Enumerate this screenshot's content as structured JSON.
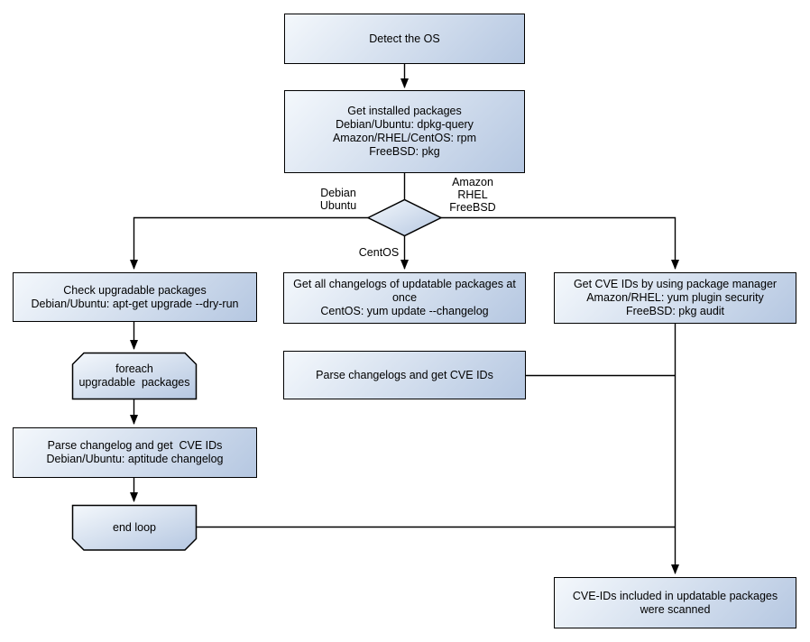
{
  "nodes": {
    "detect_os": {
      "label": "Detect the OS"
    },
    "get_installed_packages": {
      "label": "Get installed packages\nDebian/Ubuntu: dpkg-query\nAmazon/RHEL/CentOS: rpm\nFreeBSD: pkg"
    },
    "check_upgradable_packages": {
      "label": "Check upgradable packages\nDebian/Ubuntu: apt-get upgrade --dry-run"
    },
    "foreach_loop": {
      "label": "foreach\nupgradable  packages"
    },
    "parse_changelog": {
      "label": "Parse changelog and get  CVE IDs\nDebian/Ubuntu: aptitude changelog"
    },
    "end_loop": {
      "label": "end loop"
    },
    "get_all_changelogs": {
      "label": "Get all changelogs of updatable packages at once\nCentOS: yum update --changelog"
    },
    "parse_changelogs": {
      "label": "Parse changelogs and get CVE IDs"
    },
    "get_cve_ids_pkg_manager": {
      "label": "Get CVE IDs by using package manager\nAmazon/RHEL: yum plugin security\nFreeBSD: pkg audit"
    },
    "cve_ids_scanned": {
      "label": "CVE-IDs included in updatable packages\nwere scanned"
    }
  },
  "edge_labels": {
    "debian_ubuntu": "Debian\nUbuntu",
    "amazon_rhel_freebsd": "Amazon\nRHEL\nFreeBSD",
    "centos": "CentOS"
  },
  "colors": {
    "node_fill_light": "#f4f8fc",
    "node_fill_dark": "#b5c7e1",
    "node_border": "#000000",
    "line": "#000000",
    "text": "#000000",
    "background": "#ffffff"
  }
}
